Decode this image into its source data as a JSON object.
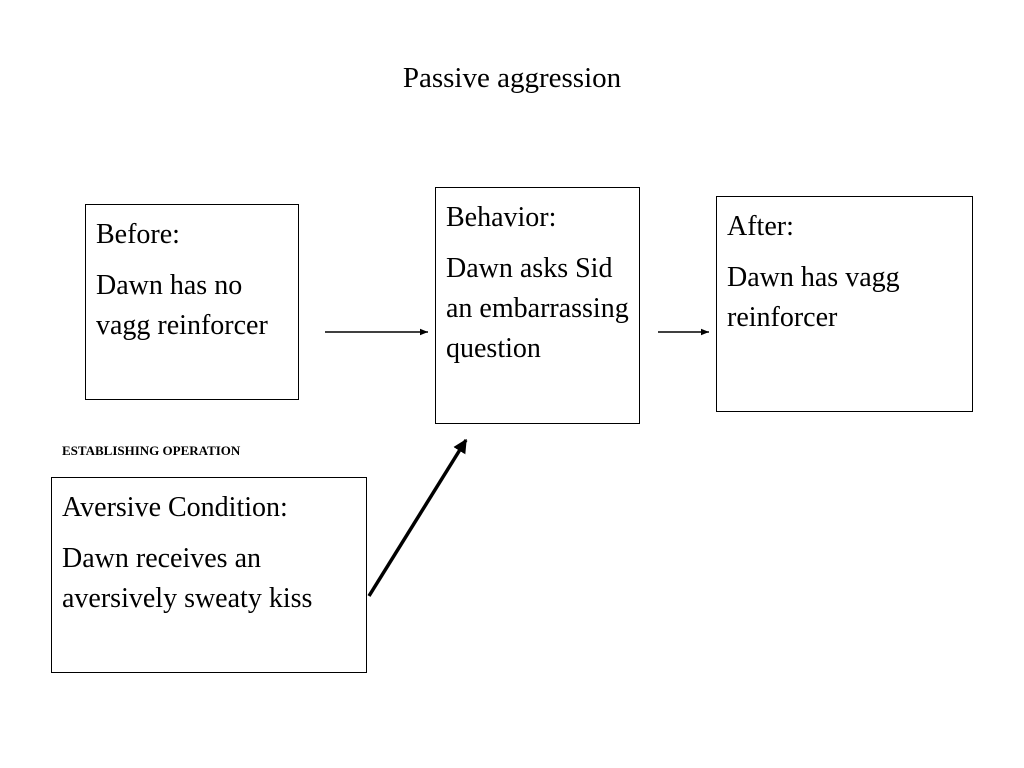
{
  "title": "Passive aggression",
  "boxes": {
    "before": {
      "heading": "Before:",
      "text": "Dawn has no vagg reinforcer"
    },
    "behavior": {
      "heading": "Behavior:",
      "text": "Dawn asks Sid an embarrassing question"
    },
    "after": {
      "heading": "After:",
      "text": "Dawn has vagg reinforcer"
    },
    "aversive": {
      "heading": "Aversive Condition:",
      "text": "Dawn receives an aversively sweaty kiss"
    }
  },
  "establishing_operation_label": "ESTABLISHING OPERATION",
  "colors": {
    "line": "#000000",
    "background": "#ffffff",
    "text": "#000000"
  }
}
